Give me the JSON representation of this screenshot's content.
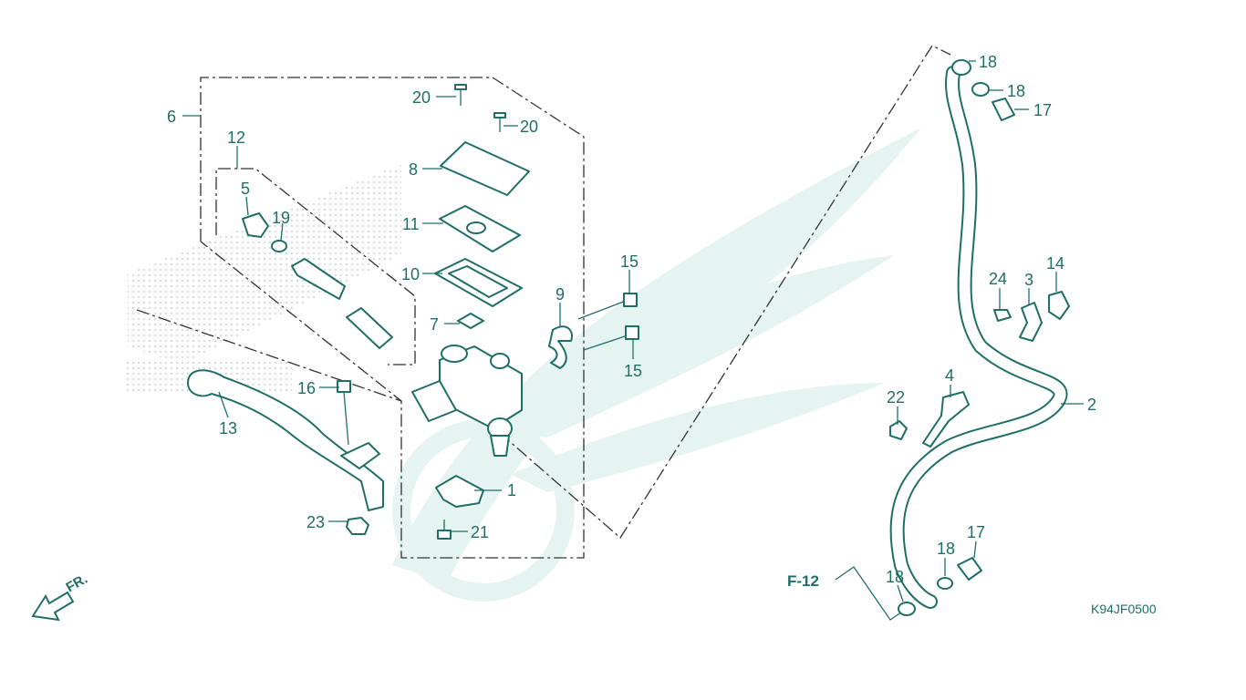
{
  "diagram": {
    "code": "K94JF0500",
    "reference": "F-12",
    "direction_label": "FR.",
    "colors": {
      "line": "#1f6f66",
      "watermark": "#e3f2ef",
      "shading": "#cfd8d6"
    },
    "callouts": {
      "c1": "1",
      "c2": "2",
      "c3": "3",
      "c4": "4",
      "c5": "5",
      "c6": "6",
      "c7": "7",
      "c8": "8",
      "c9": "9",
      "c10": "10",
      "c11": "11",
      "c12": "12",
      "c13": "13",
      "c14": "14",
      "c15a": "15",
      "c15b": "15",
      "c16": "16",
      "c17a": "17",
      "c17b": "17",
      "c18a": "18",
      "c18b": "18",
      "c18c": "18",
      "c18d": "18",
      "c19": "19",
      "c20a": "20",
      "c20b": "20",
      "c21": "21",
      "c22": "22",
      "c23": "23",
      "c24": "24"
    }
  }
}
